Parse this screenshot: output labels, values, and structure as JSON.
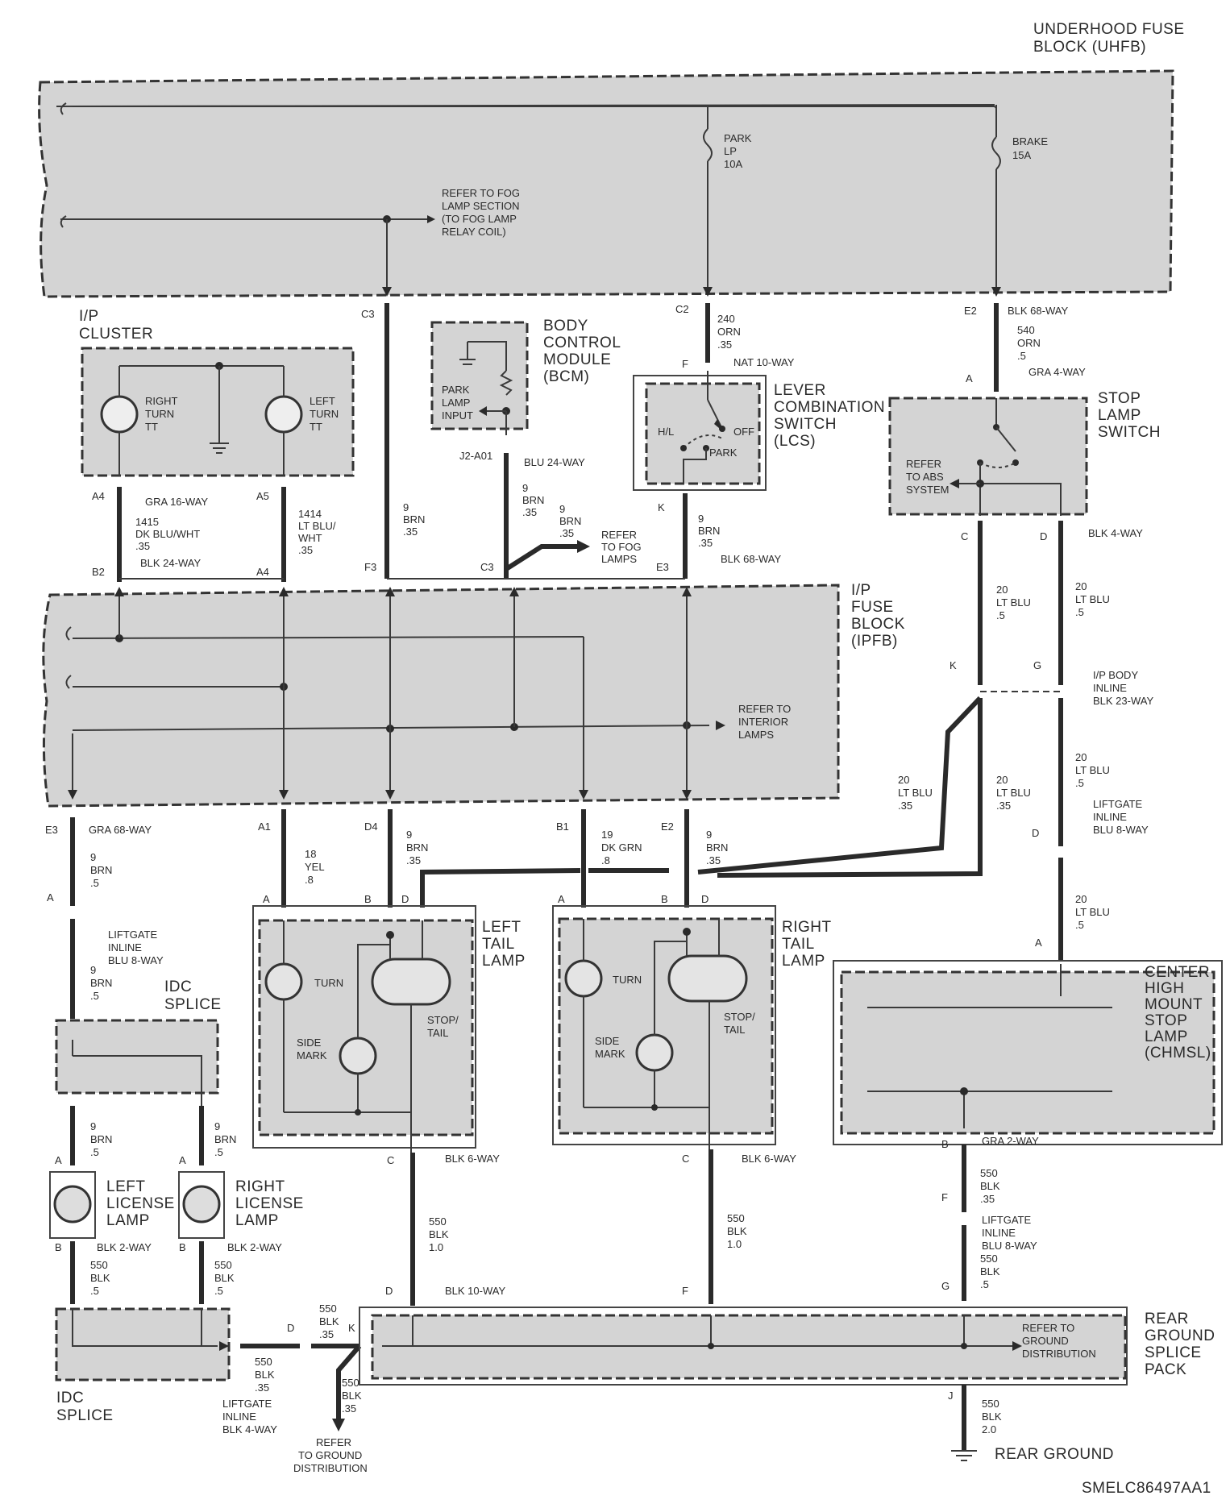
{
  "labels": {
    "uhfb": [
      "UNDERHOOD FUSE",
      "BLOCK (UHFB)"
    ],
    "park_fuse": [
      "PARK",
      "LP",
      "10A"
    ],
    "brake_fuse": [
      "BRAKE",
      "15A"
    ],
    "fog_ref": [
      "REFER TO FOG",
      "LAMP SECTION",
      "(TO FOG LAMP",
      "RELAY COIL)"
    ],
    "ip_cluster": [
      "I/P",
      "CLUSTER"
    ],
    "right_turn": [
      "RIGHT",
      "TURN",
      "TT"
    ],
    "left_turn": [
      "LEFT",
      "TURN",
      "TT"
    ],
    "bcm": [
      "BODY",
      "CONTROL",
      "MODULE",
      "(BCM)"
    ],
    "park_input": [
      "PARK",
      "LAMP",
      "INPUT"
    ],
    "lcs": [
      "LEVER",
      "COMBINATION",
      "SWITCH",
      "(LCS)"
    ],
    "lcs_positions": [
      "H/L",
      "OFF",
      "PARK"
    ],
    "stop_switch": [
      "STOP",
      "LAMP",
      "SWITCH"
    ],
    "abs_ref": [
      "REFER",
      "TO ABS",
      "SYSTEM"
    ],
    "ipfb": [
      "I/P",
      "FUSE",
      "BLOCK",
      "(IPFB)"
    ],
    "interior_ref": [
      "REFER TO",
      "INTERIOR",
      "LAMPS"
    ],
    "fog_lamps_ref": [
      "REFER",
      "TO FOG",
      "LAMPS"
    ],
    "left_tail": [
      "LEFT",
      "TAIL",
      "LAMP"
    ],
    "right_tail": [
      "RIGHT",
      "TAIL",
      "LAMP"
    ],
    "turn": "TURN",
    "side_mark": [
      "SIDE",
      "MARK"
    ],
    "stop_tail": [
      "STOP/",
      "TAIL"
    ],
    "chmsl": [
      "CENTER",
      "HIGH",
      "MOUNT",
      "STOP",
      "LAMP",
      "(CHMSL)"
    ],
    "idc_splice": [
      "IDC",
      "SPLICE"
    ],
    "left_license": [
      "LEFT",
      "LICENSE",
      "LAMP"
    ],
    "right_license": [
      "RIGHT",
      "LICENSE",
      "LAMP"
    ],
    "rear_splice": [
      "REAR",
      "GROUND",
      "SPLICE",
      "PACK"
    ],
    "ground_dist_ref": [
      "REFER TO",
      "GROUND",
      "DISTRIBUTION"
    ],
    "ground_dist_ref2": [
      "REFER",
      "TO GROUND",
      "DISTRIBUTION"
    ],
    "rear_ground": "REAR GROUND",
    "code": "SMELC86497AA1"
  },
  "pins": {
    "c3_top": "C3",
    "c2": "C2",
    "e2": "E2",
    "f_lcs": "F",
    "k_lcs": "K",
    "a_stop": "A",
    "c_stop": "C",
    "d_stop": "D",
    "a4_top": "A4",
    "a5": "A5",
    "b2": "B2",
    "a4_bot": "A4",
    "j2": "J2-A01",
    "f3": "F3",
    "c3_mid": "C3",
    "e3_mid": "E3",
    "k_inline": "K",
    "g_inline": "G",
    "e3_bot": "E3",
    "a1": "A1",
    "d4": "D4",
    "b1": "B1",
    "e2_bot": "E2",
    "lt_a": "A",
    "lt_b": "B",
    "lt_d": "D",
    "rt_a": "A",
    "rt_b": "B",
    "rt_d": "D",
    "lg_a": "A",
    "d_liftgate": "D",
    "chmsl_a": "A",
    "chmsl_b": "B",
    "f_lg": "F",
    "g_lg": "G",
    "lt_c": "C",
    "rt_c": "C",
    "d_rs": "D",
    "f_rs": "F",
    "j_rs": "J",
    "lic_a": "A",
    "lic_b": "B",
    "d_lg4": "D",
    "k_rs": "K"
  },
  "connectors": {
    "blk68_e2": "BLK 68-WAY",
    "nat10": "NAT 10-WAY",
    "gra4": "GRA 4-WAY",
    "blk4": "BLK 4-WAY",
    "gra16": "GRA 16-WAY",
    "blk24": "BLK 24-WAY",
    "blu24": "BLU 24-WAY",
    "blk68_e3": "BLK 68-WAY",
    "ipbody": [
      "I/P BODY",
      "INLINE",
      "BLK 23-WAY"
    ],
    "gra68": "GRA 68-WAY",
    "liftgate_blu8": [
      "LIFTGATE",
      "INLINE",
      "BLU 8-WAY"
    ],
    "liftgate_blu8b": [
      "LIFTGATE",
      "INLINE",
      "BLU 8-WAY"
    ],
    "liftgate_blu8c": [
      "LIFTGATE",
      "INLINE",
      "BLU 8-WAY"
    ],
    "gra2": "GRA 2-WAY",
    "blk6_l": "BLK 6-WAY",
    "blk6_r": "BLK 6-WAY",
    "blk10": "BLK 10-WAY",
    "blk2_l": "BLK 2-WAY",
    "blk2_r": "BLK 2-WAY",
    "liftgate_blk4": [
      "LIFTGATE",
      "INLINE",
      "BLK 4-WAY"
    ]
  },
  "wires": {
    "w240": [
      "240",
      "ORN",
      ".35"
    ],
    "w540": [
      "540",
      "ORN",
      ".5"
    ],
    "w1415": [
      "1415",
      "DK BLU/WHT",
      ".35"
    ],
    "w1414": [
      "1414",
      "LT BLU/",
      "WHT",
      ".35"
    ],
    "w9_c3": [
      "9",
      "BRN",
      ".35"
    ],
    "w9_bcm": [
      "9",
      "BRN",
      ".35"
    ],
    "w9_fog": [
      "9",
      "BRN",
      ".35"
    ],
    "w9_lcs": [
      "9",
      "BRN",
      ".35"
    ],
    "w20_c": [
      "20",
      "LT BLU",
      ".5"
    ],
    "w20_d": [
      "20",
      "LT BLU",
      ".5"
    ],
    "w20_l35": [
      "20",
      "LT BLU",
      ".35"
    ],
    "w20_m35": [
      "20",
      "LT BLU",
      ".35"
    ],
    "w20_r5": [
      "20",
      "LT BLU",
      ".5"
    ],
    "w20_a": [
      "20",
      "LT BLU",
      ".5"
    ],
    "w9_e3": [
      "9",
      "BRN",
      ".5"
    ],
    "w9_lg": [
      "9",
      "BRN",
      ".5"
    ],
    "w18": [
      "18",
      "YEL",
      ".8"
    ],
    "w9_d4": [
      "9",
      "BRN",
      ".35"
    ],
    "w19": [
      "19",
      "DK GRN",
      ".8"
    ],
    "w9_e2": [
      "9",
      "BRN",
      ".35"
    ],
    "w9_lic_l": [
      "9",
      "BRN",
      ".5"
    ],
    "w9_lic_r": [
      "9",
      "BRN",
      ".5"
    ],
    "w550_lic_l": [
      "550",
      "BLK",
      ".5"
    ],
    "w550_lic_r": [
      "550",
      "BLK",
      ".5"
    ],
    "w550_lt": [
      "550",
      "BLK",
      "1.0"
    ],
    "w550_rt": [
      "550",
      "BLK",
      "1.0"
    ],
    "w550_chm": [
      "550",
      "BLK",
      ".35"
    ],
    "w550_lg": [
      "550",
      "BLK",
      ".5"
    ],
    "w550_gnd": [
      "550",
      "BLK",
      "2.0"
    ],
    "w550_idc": [
      "550",
      "BLK",
      ".35"
    ],
    "w550_k": [
      "550",
      "BLK",
      ".35"
    ],
    "w550_down": [
      "550",
      "BLK",
      ".35"
    ]
  }
}
